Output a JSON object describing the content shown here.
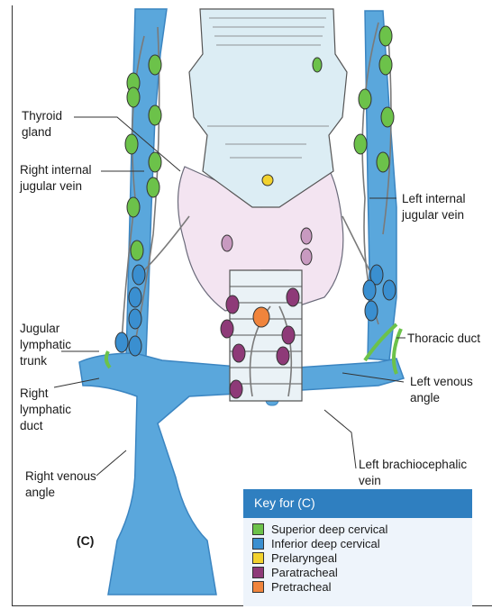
{
  "panel_letter": "(C)",
  "labels": {
    "thyroid_gland": "Thyroid\ngland",
    "right_internal_jugular_vein": "Right internal\njugular vein",
    "left_internal_jugular_vein": "Left internal\njugular vein",
    "jugular_lymphatic_trunk": "Jugular\nlymphatic\ntrunk",
    "right_lymphatic_duct": "Right\nlymphatic\nduct",
    "right_venous_angle": "Right venous\nangle",
    "thoracic_duct": "Thoracic duct",
    "left_venous_angle": "Left venous\nangle",
    "left_brachiocephalic_vein": "Left brachiocephalic\nvein"
  },
  "key": {
    "title": "Key for (C)",
    "items": [
      {
        "label": "Superior deep cervical",
        "color": "#6cc24a"
      },
      {
        "label": "Inferior deep cervical",
        "color": "#3a8fd0"
      },
      {
        "label": "Prelaryngeal",
        "color": "#f2d22e"
      },
      {
        "label": "Paratracheal",
        "color": "#8e3a78"
      },
      {
        "label": "Pretracheal",
        "color": "#f0843c"
      }
    ]
  },
  "colors": {
    "vein": "#5aa7dc",
    "vein_dark": "#3b85c1",
    "thyroid": "#f3e4f1",
    "larynx": "#dcedf4",
    "key_header": "#2f7fc0"
  }
}
